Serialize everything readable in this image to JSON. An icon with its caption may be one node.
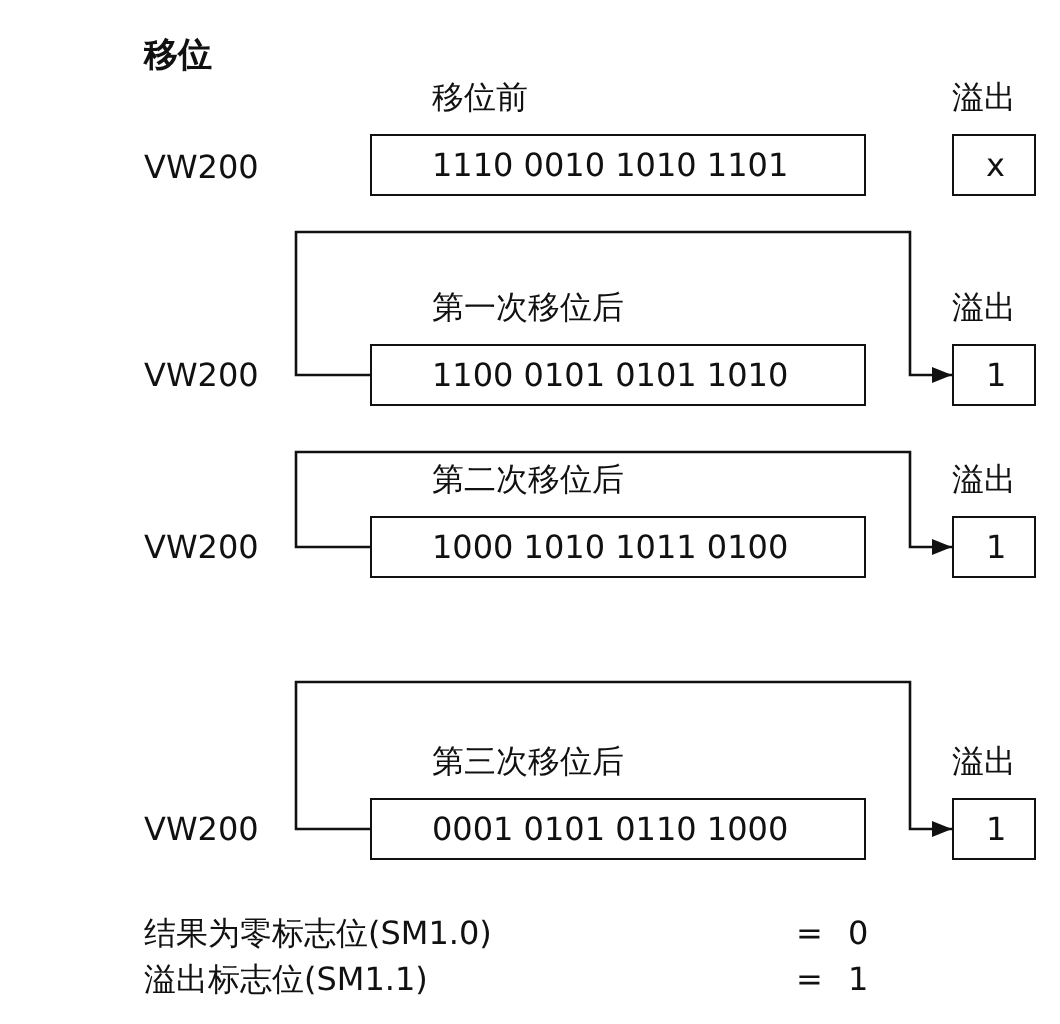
{
  "diagram": {
    "title": "移位",
    "nodes": [
      {
        "text": [
          "移位前",
          "1110 0010 1010 1101"
        ]
      },
      {
        "text": [
          "溢出",
          "x"
        ]
      },
      {
        "text": [
          "第一次移位后",
          "1100 0101 0101 1010"
        ]
      },
      {
        "text": [
          "溢出",
          "1"
        ]
      },
      {
        "text": [
          "第二次移位后",
          "1000 1010 1011 0100"
        ]
      },
      {
        "text": [
          "溢出",
          "1"
        ]
      },
      {
        "text": [
          "第三次移位后",
          "0001 0101 0110 1000"
        ]
      },
      {
        "text": [
          "溢出",
          "1"
        ]
      }
    ],
    "edges": [
      {
        "from": 2,
        "to": 3,
        "arrow": "to"
      },
      {
        "from": 4,
        "to": 5,
        "arrow": "to"
      },
      {
        "from": 6,
        "to": 7,
        "arrow": "to"
      }
    ],
    "labels": [
      "VW200",
      "VW200",
      "VW200",
      "VW200",
      "结果为零标志位(SM1.0)",
      "=",
      "0",
      "溢出标志位(SM1.1)",
      "=",
      "1"
    ]
  }
}
